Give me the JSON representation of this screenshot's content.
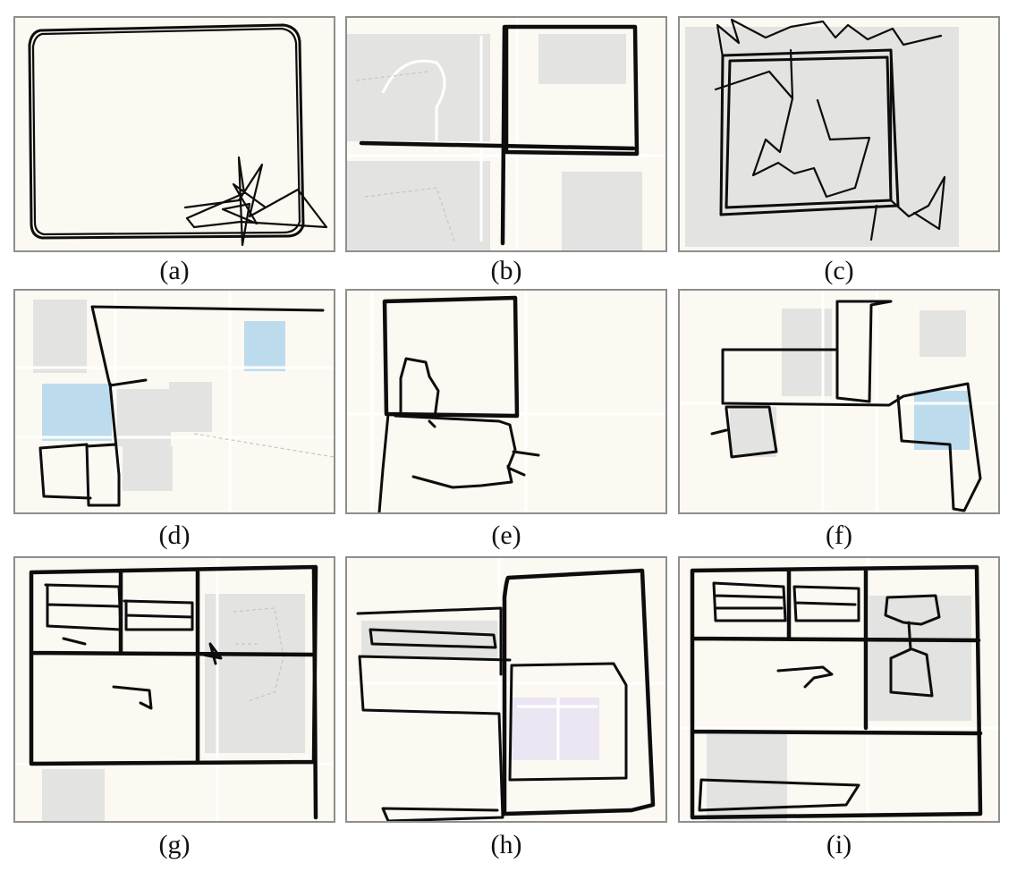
{
  "figure": {
    "panels": [
      {
        "id": "a",
        "caption": "(a)"
      },
      {
        "id": "b",
        "caption": "(b)"
      },
      {
        "id": "c",
        "caption": "(c)"
      },
      {
        "id": "d",
        "caption": "(d)"
      },
      {
        "id": "e",
        "caption": "(e)"
      },
      {
        "id": "f",
        "caption": "(f)"
      },
      {
        "id": "g",
        "caption": "(g)"
      },
      {
        "id": "h",
        "caption": "(h)"
      },
      {
        "id": "i",
        "caption": "(i)"
      }
    ],
    "colors": {
      "map_background": "#fcf8f2",
      "building": "#e3e3e1",
      "water_or_park": "#bcdced",
      "lilac_area": "#ece6f3",
      "trajectory": "#0d0d0d",
      "frame_border": "#8e8e8e"
    }
  }
}
